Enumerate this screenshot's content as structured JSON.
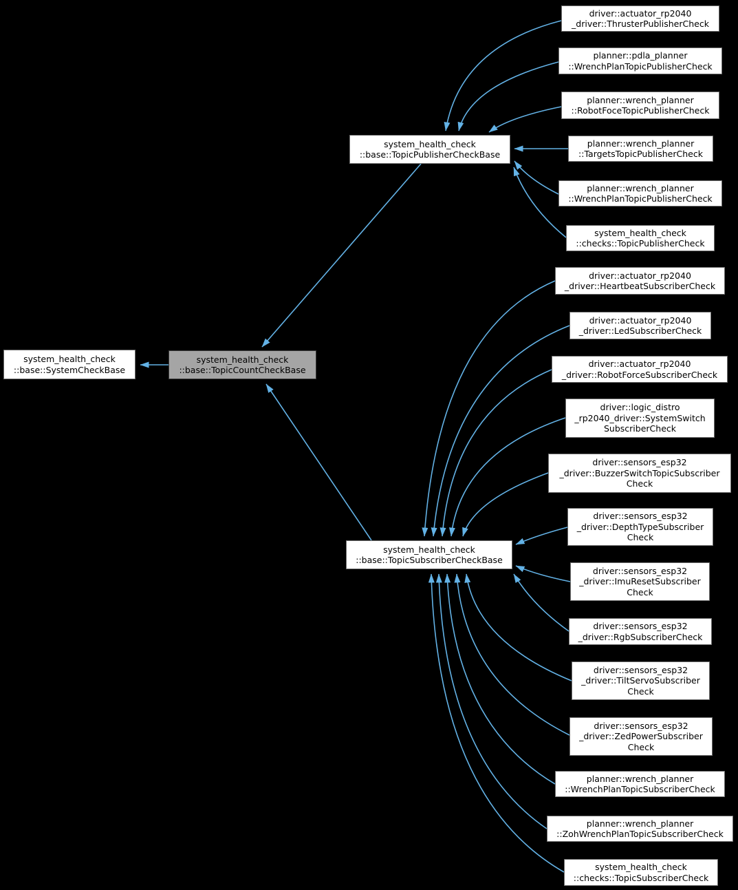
{
  "diagram": {
    "type": "class-inheritance-graph",
    "background_color": "#000000",
    "arrow_color": "#63b2e6",
    "node_fill": "#ffffff",
    "node_border": "#6f6f6f",
    "selected_node_fill": "#a5a5a5",
    "selected_node_border": "#3c3c3c",
    "nodes": {
      "thruster_publisher": {
        "lines": [
          "driver::actuator_rp2040",
          "_driver::ThrusterPublisherCheck"
        ]
      },
      "pdla_wrench_plan_publisher": {
        "lines": [
          "planner::pdla_planner",
          "::WrenchPlanTopicPublisherCheck"
        ]
      },
      "robot_foce_publisher": {
        "lines": [
          "planner::wrench_planner",
          "::RobotFoceTopicPublisherCheck"
        ]
      },
      "targets_publisher": {
        "lines": [
          "planner::wrench_planner",
          "::TargetsTopicPublisherCheck"
        ]
      },
      "wrench_plan_publisher": {
        "lines": [
          "planner::wrench_planner",
          "::WrenchPlanTopicPublisherCheck"
        ]
      },
      "checks_topic_publisher": {
        "lines": [
          "system_health_check",
          "::checks::TopicPublisherCheck"
        ]
      },
      "topic_publisher_base": {
        "lines": [
          "system_health_check",
          "::base::TopicPublisherCheckBase"
        ]
      },
      "topic_subscriber_base": {
        "lines": [
          "system_health_check",
          "::base::TopicSubscriberCheckBase"
        ]
      },
      "topic_count_base": {
        "lines": [
          "system_health_check",
          "::base::TopicCountCheckBase"
        ]
      },
      "system_check_base": {
        "lines": [
          "system_health_check",
          "::base::SystemCheckBase"
        ]
      },
      "heartbeat_subscriber": {
        "lines": [
          "driver::actuator_rp2040",
          "_driver::HeartbeatSubscriberCheck"
        ]
      },
      "led_subscriber": {
        "lines": [
          "driver::actuator_rp2040",
          "_driver::LedSubscriberCheck"
        ]
      },
      "robot_force_subscriber": {
        "lines": [
          "driver::actuator_rp2040",
          "_driver::RobotForceSubscriberCheck"
        ]
      },
      "system_switch_subscriber": {
        "lines": [
          "driver::logic_distro",
          "_rp2040_driver::SystemSwitch",
          "SubscriberCheck"
        ]
      },
      "buzzer_switch_subscriber": {
        "lines": [
          "driver::sensors_esp32",
          "_driver::BuzzerSwitchTopicSubscriber",
          "Check"
        ]
      },
      "depth_type_subscriber": {
        "lines": [
          "driver::sensors_esp32",
          "_driver::DepthTypeSubscriber",
          "Check"
        ]
      },
      "imu_reset_subscriber": {
        "lines": [
          "driver::sensors_esp32",
          "_driver::ImuResetSubscriber",
          "Check"
        ]
      },
      "rgb_subscriber": {
        "lines": [
          "driver::sensors_esp32",
          "_driver::RgbSubscriberCheck"
        ]
      },
      "tilt_servo_subscriber": {
        "lines": [
          "driver::sensors_esp32",
          "_driver::TiltServoSubscriber",
          "Check"
        ]
      },
      "zed_power_subscriber": {
        "lines": [
          "driver::sensors_esp32",
          "_driver::ZedPowerSubscriber",
          "Check"
        ]
      },
      "wrench_plan_subscriber": {
        "lines": [
          "planner::wrench_planner",
          "::WrenchPlanTopicSubscriberCheck"
        ]
      },
      "zoh_wrench_plan_subscriber": {
        "lines": [
          "planner::wrench_planner",
          "::ZohWrenchPlanTopicSubscriberCheck"
        ]
      },
      "checks_topic_subscriber": {
        "lines": [
          "system_health_check",
          "::checks::TopicSubscriberCheck"
        ]
      }
    }
  }
}
